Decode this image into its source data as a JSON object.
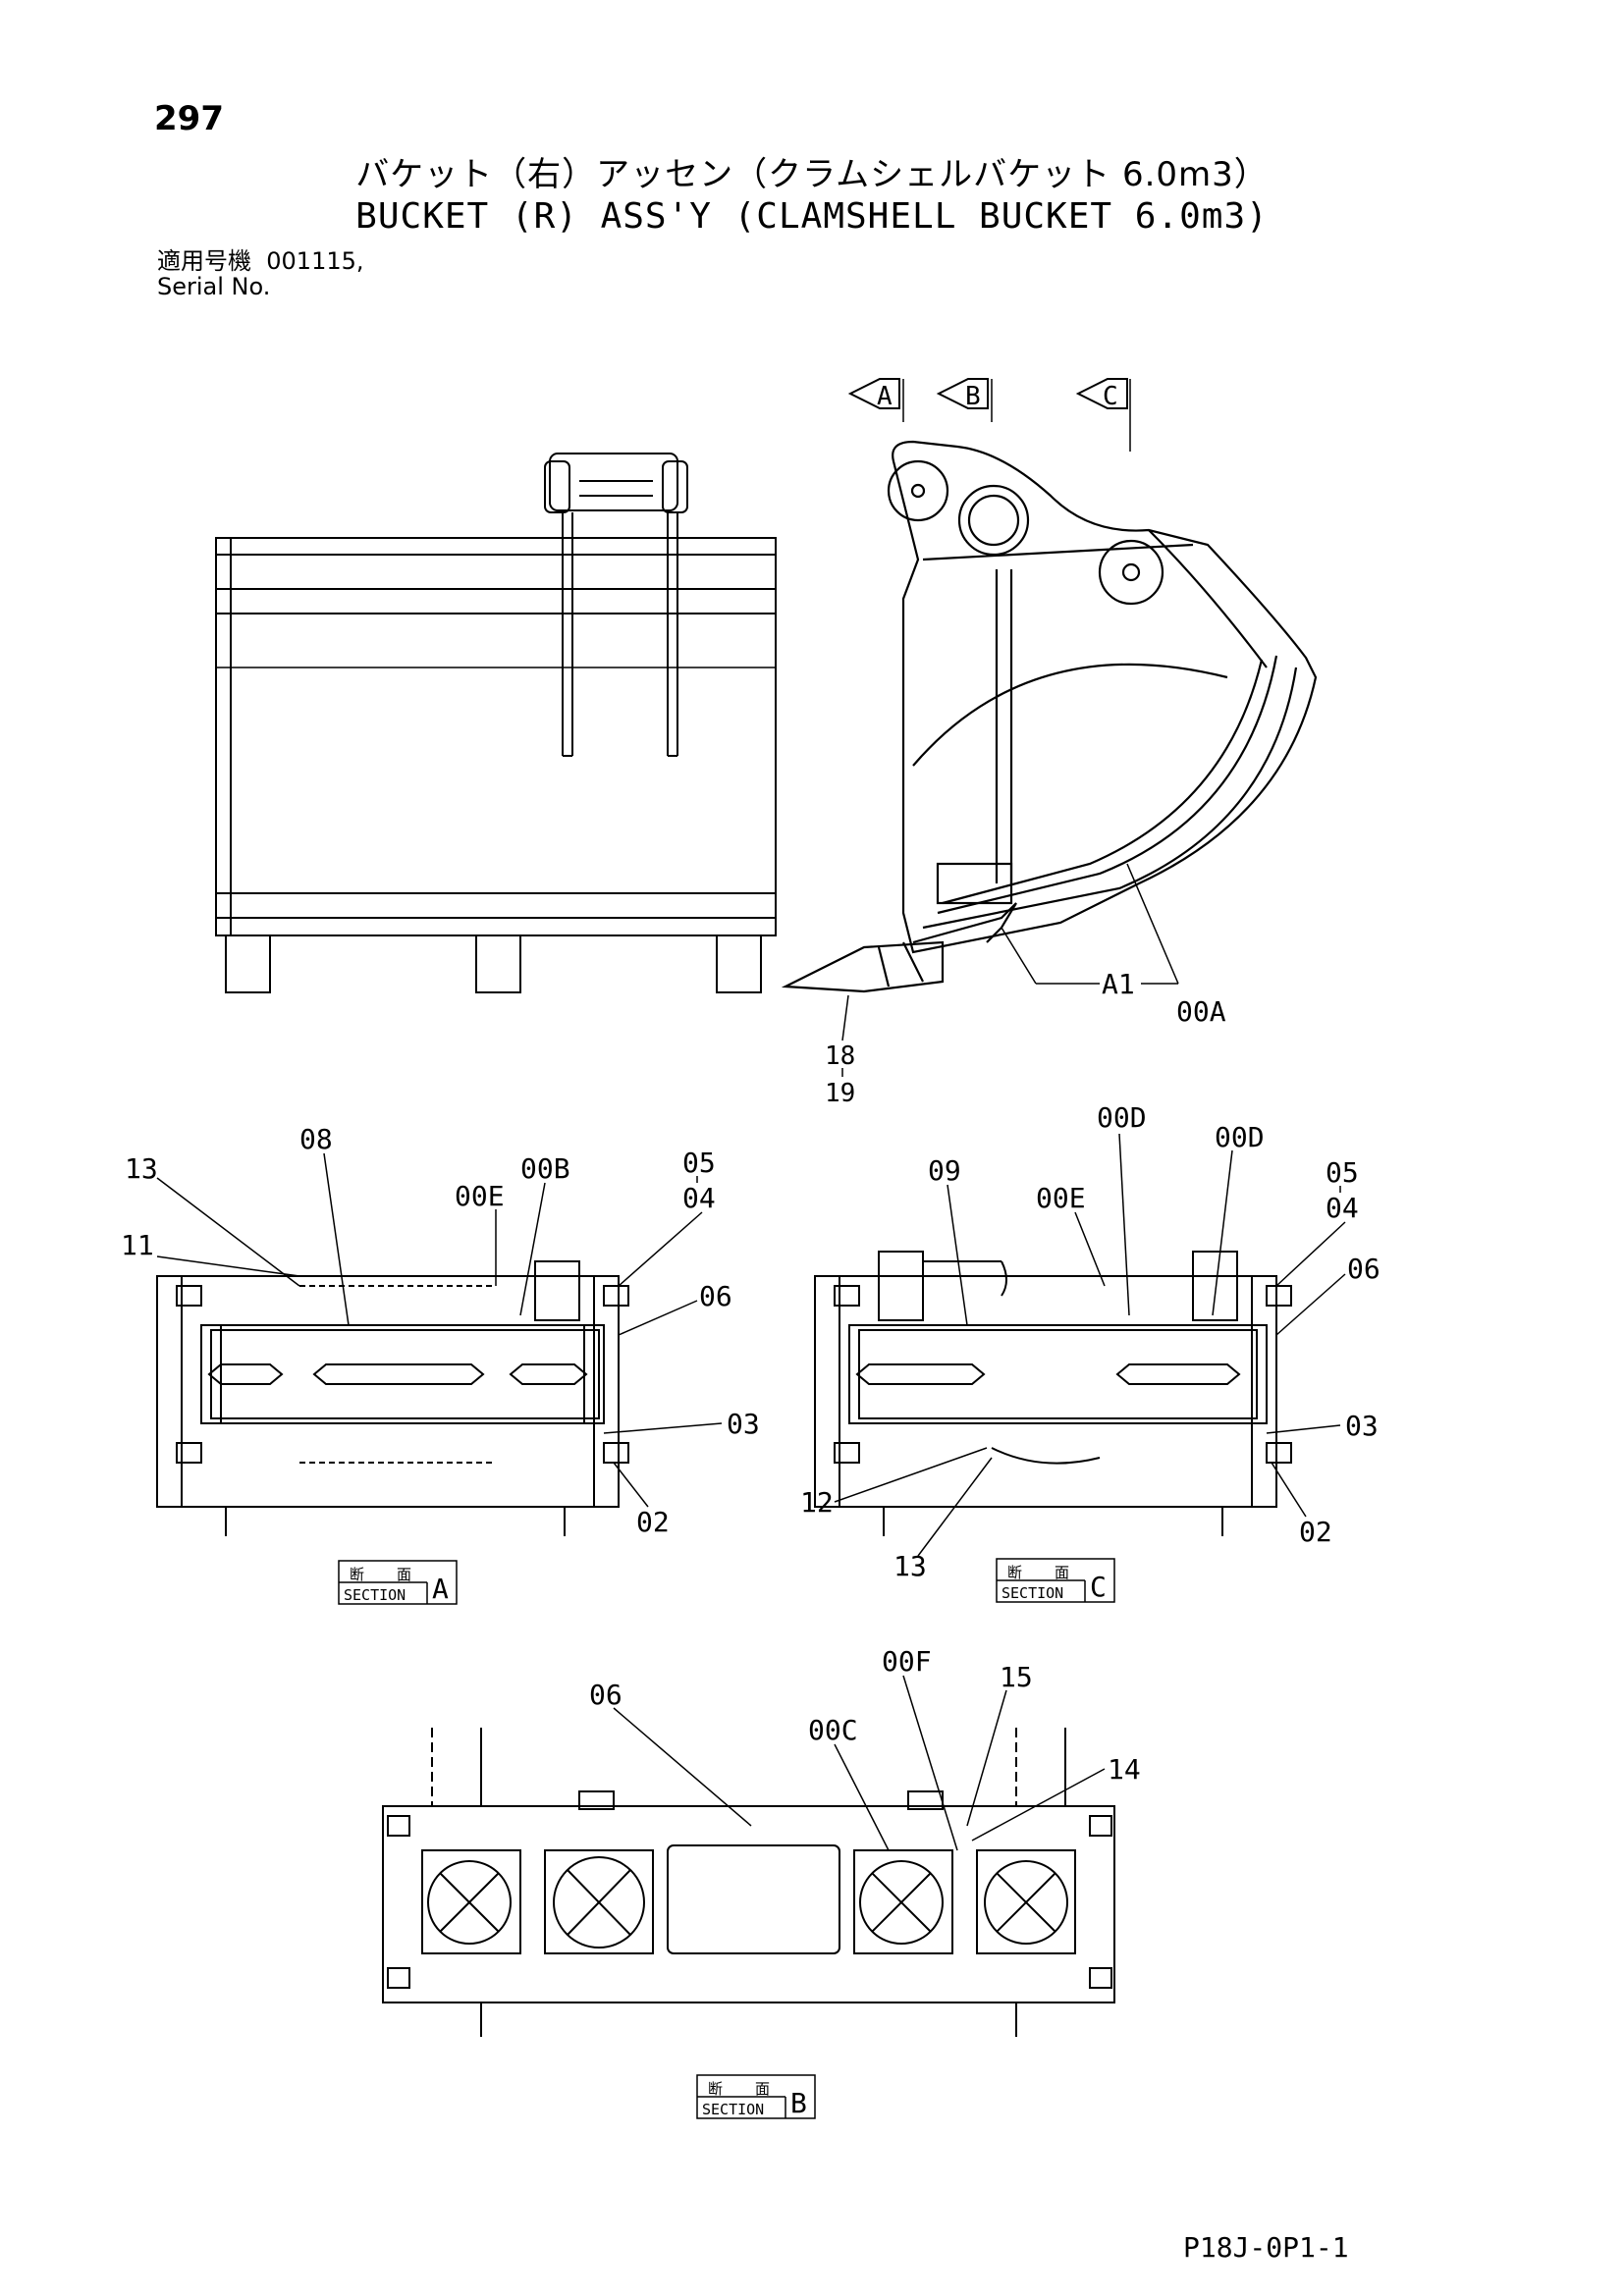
{
  "page": {
    "number": "297",
    "title_jp": "バケット（右）アッセン（クラムシェルバケット 6.0m3）",
    "title_en": "BUCKET (R) ASS'Y (CLAMSHELL BUCKET 6.0m3)",
    "serial_label_jp": "適用号機",
    "serial_value": "001115,",
    "serial_label_en": "Serial No.",
    "page_code": "P18J-0P1-1"
  },
  "view_markers": {
    "a": "A",
    "b": "B",
    "c": "C"
  },
  "callouts": {
    "side_view": {
      "a1": "A1",
      "00a": "00A",
      "18": "18",
      "19": "19"
    },
    "section_a": {
      "13": "13",
      "08": "08",
      "11": "11",
      "00e": "00E",
      "00b": "00B",
      "05": "05",
      "04": "04",
      "06": "06",
      "03": "03",
      "02": "02"
    },
    "section_c": {
      "09": "09",
      "00e": "00E",
      "00d_1": "00D",
      "00d_2": "00D",
      "05": "05",
      "04": "04",
      "06": "06",
      "03": "03",
      "02": "02",
      "12": "12",
      "13": "13"
    },
    "section_b": {
      "06": "06",
      "00f": "00F",
      "15": "15",
      "00c": "00C",
      "14": "14"
    }
  },
  "section_labels": {
    "jp_1": "断",
    "jp_2": "面",
    "en": "SECTION",
    "a": "A",
    "c": "C",
    "b": "B"
  }
}
